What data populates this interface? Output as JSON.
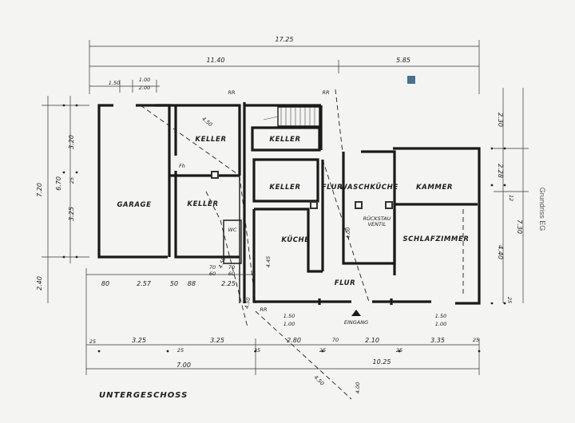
{
  "plan": {
    "title": "UNTERGESCHOSS",
    "side_label": "Grundriss EG",
    "rooms": {
      "garage": "GARAGE",
      "keller_top_left": "KELLER",
      "keller_top_mid": "KELLER",
      "keller_mid": "KELLER",
      "keller_left": "KELLER",
      "wc": "WC",
      "kueche": "KÜCHE",
      "flur_left": "FLUR",
      "waschkueche": "WASCHKÜCHE",
      "kammer": "KAMMER",
      "schlafzimmer": "SCHLAFZIMMER",
      "flur_bottom": "FLUR",
      "eingang": "EINGANG"
    },
    "notes": {
      "rueckstau_1": "RÜCKSTAU",
      "rueckstau_2": "VENTIL",
      "rr_1": "RR",
      "rr_2": "RR",
      "rr_3": "RR",
      "fh": "Fh"
    },
    "dims_top": {
      "total": "17.25",
      "left": "11.40",
      "right": "5.85",
      "d1": "1.50",
      "d2": "1.00",
      "d3": "2.00"
    },
    "dims_left": {
      "total": "7.20",
      "a": "3.20",
      "b": "6.70",
      "c": "25",
      "d": "3.25",
      "e": "2.40"
    },
    "dims_right": {
      "a": "2.30",
      "b": "2.28",
      "c": "12",
      "d": "7.30",
      "e": "4.40",
      "f": "25"
    },
    "dims_bottom_row1": {
      "a": "80",
      "b": "2.57",
      "c": "50",
      "d": "88",
      "e": "2.25",
      "f": "70",
      "g": "60",
      "h": "70",
      "i": "60"
    },
    "dims_bottom_row2": {
      "a": "1.50",
      "b": "1.00",
      "c": "1.50",
      "d": "1.00"
    },
    "dims_bottom_row3": {
      "a": "25",
      "b": "3.25",
      "c": "3.25",
      "d": "25",
      "e": "25",
      "f": "2.80",
      "g": "70",
      "h": "2.10",
      "i": "3.35",
      "j": "25",
      "k": "25",
      "l": "25"
    },
    "dims_bottom_total": {
      "left": "7.00",
      "right": "10.25"
    },
    "diag": {
      "d1": "4.50",
      "d2": "4.50",
      "d3": "4.50",
      "d4": "4.00",
      "d5": "4.45",
      "d6": "4.00",
      "d7": "4.50"
    }
  }
}
